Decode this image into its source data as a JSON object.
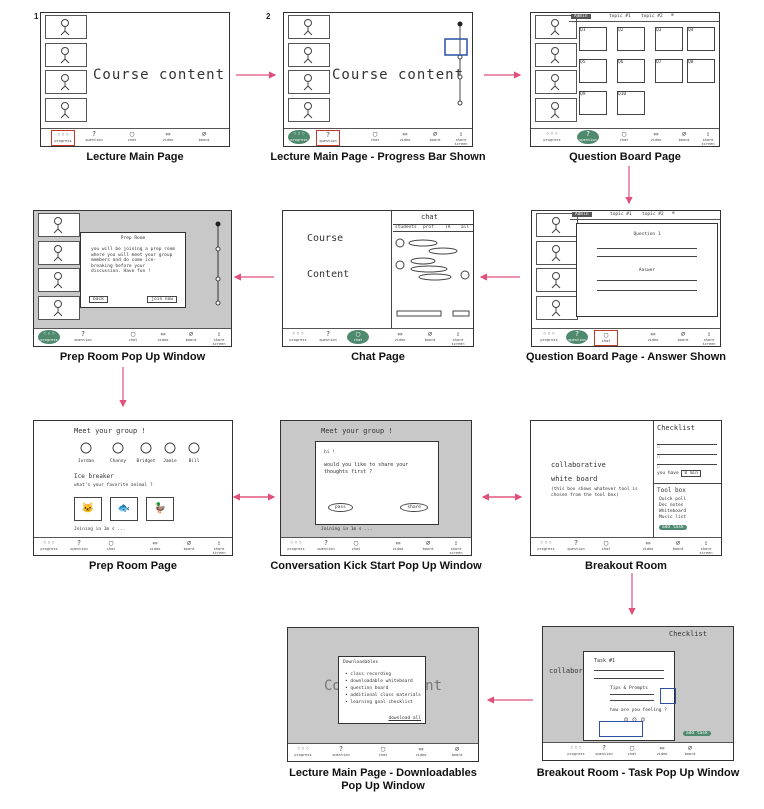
{
  "labels": {
    "n1": "1",
    "n2": "2",
    "s1": "Lecture Main Page",
    "s2": "Lecture Main Page - Progress Bar Shown",
    "s3": "Question Board Page",
    "s4": "Prep Room Pop Up Window",
    "s5": "Chat Page",
    "s6": "Question Board Page - Answer Shown",
    "s7": "Prep Room Page",
    "s8": "Conversation Kick Start Pop Up Window",
    "s9": "Breakout Room",
    "s10a": "Lecture Main Page - Downloadables",
    "s10b": "Pop Up Window",
    "s11": "Breakout Room - Task Pop Up Window"
  },
  "sketch": {
    "course_content": "Course content",
    "course": "Course",
    "content": "Content",
    "toolbar": [
      "progress",
      "question",
      "chat",
      "video",
      "board",
      "share screen"
    ],
    "tabs": [
      "Admin",
      "topic #1",
      "topic #2"
    ],
    "qb_cells": [
      "Q1",
      "Q2",
      "Q3",
      "Q4",
      "Q5",
      "Q6",
      "Q7",
      "Q8",
      "Q9",
      "Q10"
    ],
    "question1": "Question 1",
    "answer": "Answer",
    "prep_title": "Prep Room",
    "prep_body": "you will be joining a prep room where you will meet your group members and do some ice-breaking before your discussion. Have fun !",
    "back": "back",
    "join_now": "join now",
    "chat_title": "chat",
    "chat_tabs": [
      "students",
      "prof",
      "TA",
      "all"
    ],
    "meet_group": "Meet your group !",
    "members": [
      "Jordan",
      "Channy",
      "Bridget",
      "Jamie",
      "Bill"
    ],
    "ice_breaker": "Ice breaker",
    "fav_animal": "what's your favorite animal ?",
    "joining": "Joining in 1m s ...",
    "hi": "hi !",
    "share_q": "would you like to share your thoughts first ?",
    "pass": "pass",
    "share": "share",
    "collab": "collaborative",
    "whiteboard": "white board",
    "wb_note": "(this box shows whatever tool is chosen from the tool box)",
    "checklist": "Checklist",
    "toolbox": "Tool box",
    "tools": [
      "Quick poll",
      "Doc notes",
      "Whiteboard",
      "Music list"
    ],
    "you_have": "you have",
    "time_left": "8 min",
    "task": "Task #1",
    "tips": "Tips & Prompts",
    "how_feel": "how are you feeling ?",
    "add_task": "add task",
    "dl_title": "Downloadables",
    "dl_items": [
      "class recording",
      "downloadable whiteboard",
      "question board",
      "additional class materials",
      "learning goal checklist"
    ],
    "dl_all": "download all"
  }
}
